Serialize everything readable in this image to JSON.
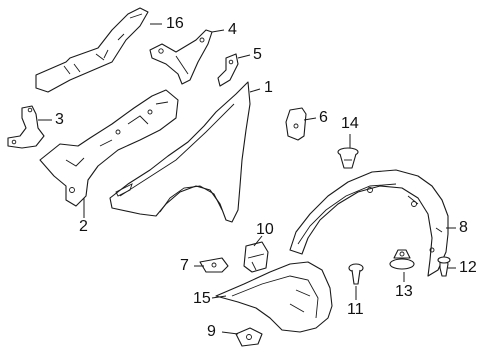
{
  "diagram": {
    "callouts": {
      "c1": "1",
      "c2": "2",
      "c3": "3",
      "c4": "4",
      "c5": "5",
      "c6": "6",
      "c7": "7",
      "c8": "8",
      "c9": "9",
      "c10": "10",
      "c11": "11",
      "c12": "12",
      "c13": "13",
      "c14": "14",
      "c15": "15",
      "c16": "16"
    },
    "line_color": "#1a1a1a",
    "background": "#ffffff"
  }
}
